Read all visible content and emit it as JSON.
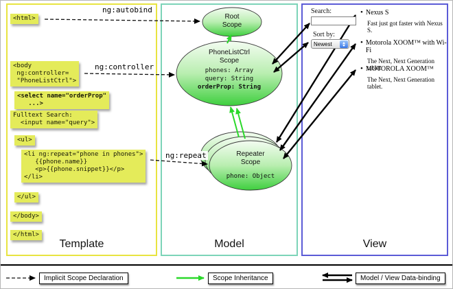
{
  "panels": {
    "template": {
      "label": "Template"
    },
    "model": {
      "label": "Model"
    },
    "view": {
      "label": "View"
    }
  },
  "template_code": {
    "html_open": "<html>",
    "body_open": "<body\n ng:controller=\n \"PhoneListCtrl\">",
    "select_box": "<select name=\"orderProp\"\n   ...>",
    "fulltext_box": "Fulltext Search:\n  <input name=\"query\">",
    "ul_open": "<ul>",
    "li_repeat": "<li ng:repeat=\"phone in phones\">\n   {{phone.name}}\n   <p>{{phone.snippet}}</p>\n</li>",
    "ul_close": "</ul>",
    "body_close": "</body>",
    "html_close": "</html>"
  },
  "directive_labels": {
    "autobind": "ng:autobind",
    "controller": "ng:controller",
    "repeat": "ng:repeat"
  },
  "model_scopes": {
    "root": {
      "title": "Root\nScope"
    },
    "phonelist": {
      "title": "PhoneListCtrl\nScope",
      "props": [
        "phones: Array",
        "query: String",
        "orderProp: String"
      ]
    },
    "repeater": {
      "title": "Repeater\nScope",
      "prop": "phone: Object"
    }
  },
  "view": {
    "search_label": "Search:",
    "sort_label": "Sort by:",
    "sort_value": "Newest",
    "bullet": "•",
    "items": [
      {
        "title": "Nexus S",
        "desc": "Fast just got faster with Nexus S."
      },
      {
        "title": "Motorola XOOM™ with Wi-Fi",
        "desc": "The Next, Next Generation tablet."
      },
      {
        "title": "MOTOROLA XOOM™",
        "desc": "The Next, Next Generation tablet."
      }
    ]
  },
  "legend": {
    "implicit": "Implicit Scope Declaration",
    "inheritance": "Scope Inheritance",
    "databinding": "Model / View Data-binding"
  },
  "colors": {
    "template_border": "#e8e440",
    "model_border": "#7cd4b8",
    "view_border": "#5b5bd6",
    "code_box": "#e4eb5a",
    "scope_green": "#3ecf3e",
    "inheritance_green": "#2ad82a"
  }
}
